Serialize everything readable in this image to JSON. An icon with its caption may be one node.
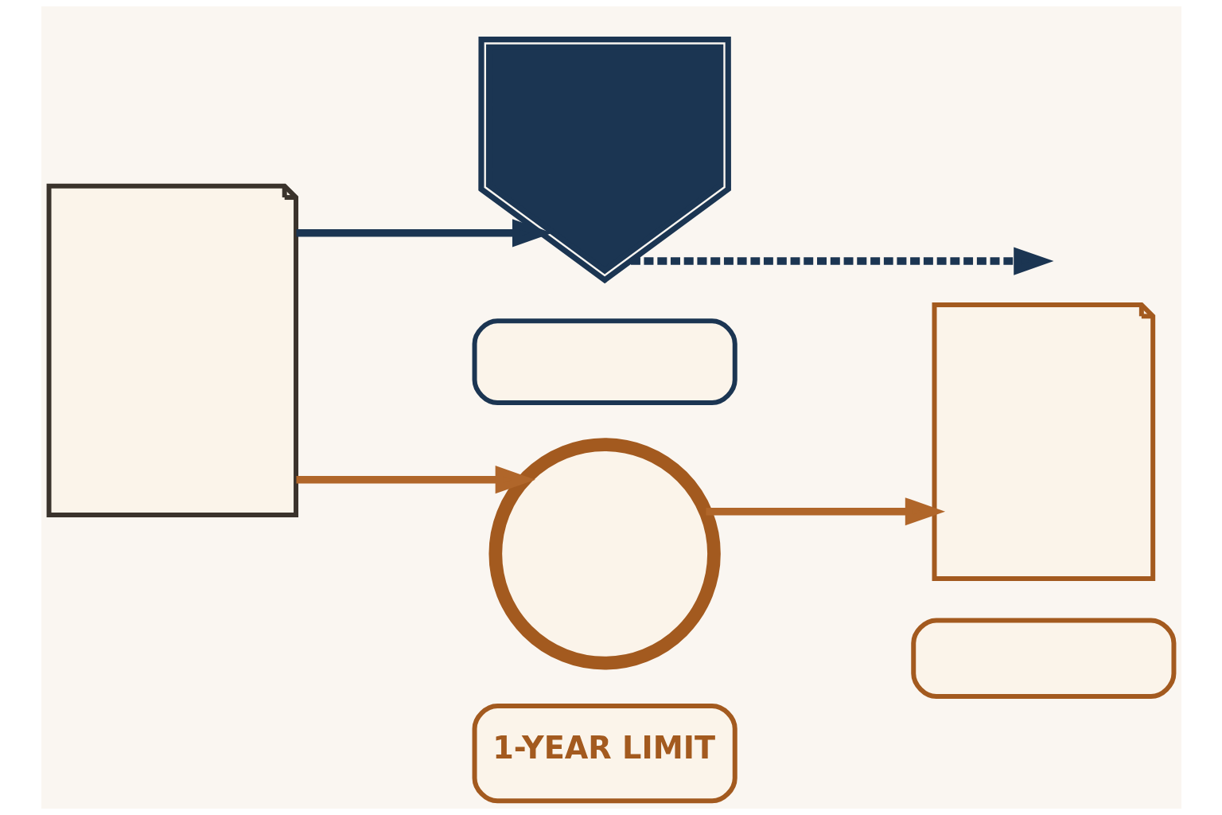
{
  "diagram": {
    "nodes": [
      {
        "text": [],
        "shape": "picture"
      },
      {
        "text": [],
        "shape": "picture"
      },
      {
        "text": [],
        "shape": "box"
      },
      {
        "text": [],
        "shape": "circle"
      },
      {
        "text": [
          "1-YEAR LIMIT"
        ]
      },
      {
        "text": [],
        "shape": "picture"
      },
      {
        "text": [],
        "shape": "box"
      }
    ],
    "edges": [
      {
        "from": 0,
        "to": 1,
        "arrow": "to",
        "color": "#1b3552"
      },
      {
        "from": 1,
        "to": null,
        "arrow": "to",
        "style": "dashed",
        "color": "#1b3552"
      },
      {
        "from": 0,
        "to": 3,
        "arrow": "to",
        "color": "#b0662a"
      },
      {
        "from": 3,
        "to": 5,
        "arrow": "to",
        "color": "#b0662a"
      }
    ]
  }
}
